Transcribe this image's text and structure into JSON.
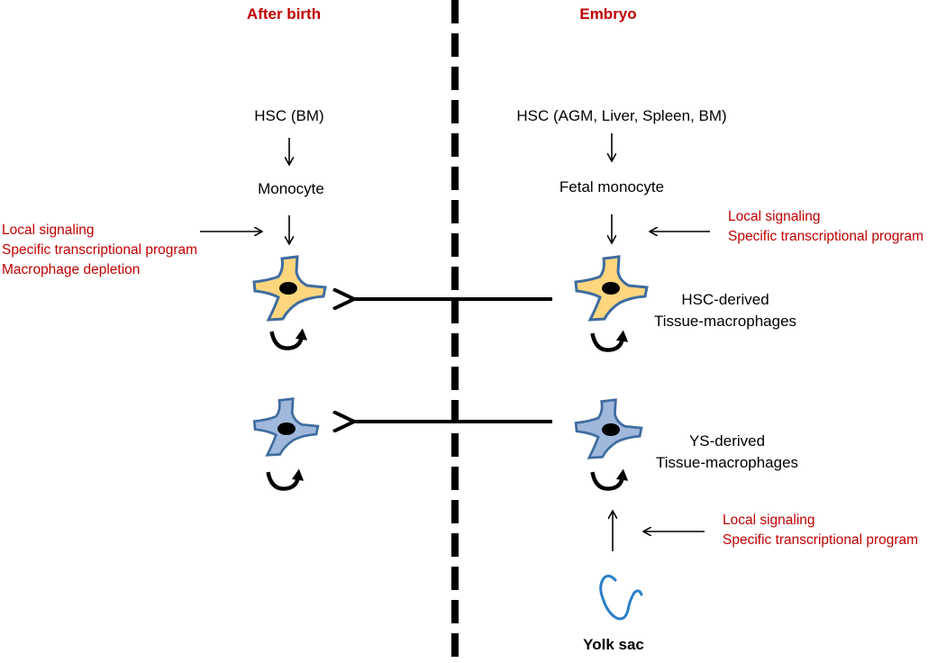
{
  "headers": {
    "left": "After birth",
    "right": "Embryo"
  },
  "left_column": {
    "hsc": "HSC (BM)",
    "monocyte": "Monocyte",
    "signals": [
      "Local signaling",
      "Specific transcriptional program",
      "Macrophage depletion"
    ]
  },
  "right_column": {
    "hsc": "HSC (AGM, Liver, Spleen, BM)",
    "fetal_monocyte": "Fetal monocyte",
    "signals_top": [
      "Local signaling",
      "Specific transcriptional program"
    ],
    "hsc_macrophages": [
      "HSC-derived",
      "Tissue-macrophages"
    ],
    "ys_macrophages": [
      "YS-derived",
      "Tissue-macrophages"
    ],
    "signals_bottom": [
      "Local signaling",
      "Specific transcriptional program"
    ],
    "yolk_sac": "Yolk sac"
  },
  "colors": {
    "red_text": "#c00000",
    "hsc_cell_fill": "#fdd67e",
    "ys_cell_fill": "#9fb8dc",
    "cell_outline": "#3f6c9f",
    "yolk_sac": "#2a7fc8"
  }
}
